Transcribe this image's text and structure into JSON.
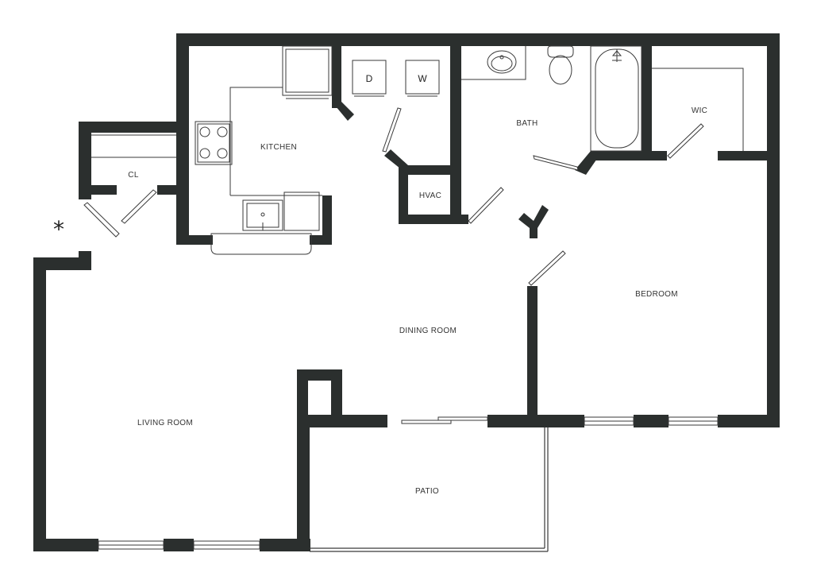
{
  "rooms": {
    "closet": "CL",
    "kitchen": "KITCHEN",
    "bath": "BATH",
    "walk_in_closet": "WIC",
    "hvac": "HVAC",
    "bedroom": "BEDROOM",
    "dining_room": "DINING ROOM",
    "living_room": "LIVING ROOM",
    "patio": "PATIO"
  },
  "appliances": {
    "dryer": "D",
    "washer": "W"
  },
  "entry_marker": "*",
  "colors": {
    "wall": "#2b2f2e",
    "line": "#3a3a3a",
    "background": "#ffffff"
  }
}
